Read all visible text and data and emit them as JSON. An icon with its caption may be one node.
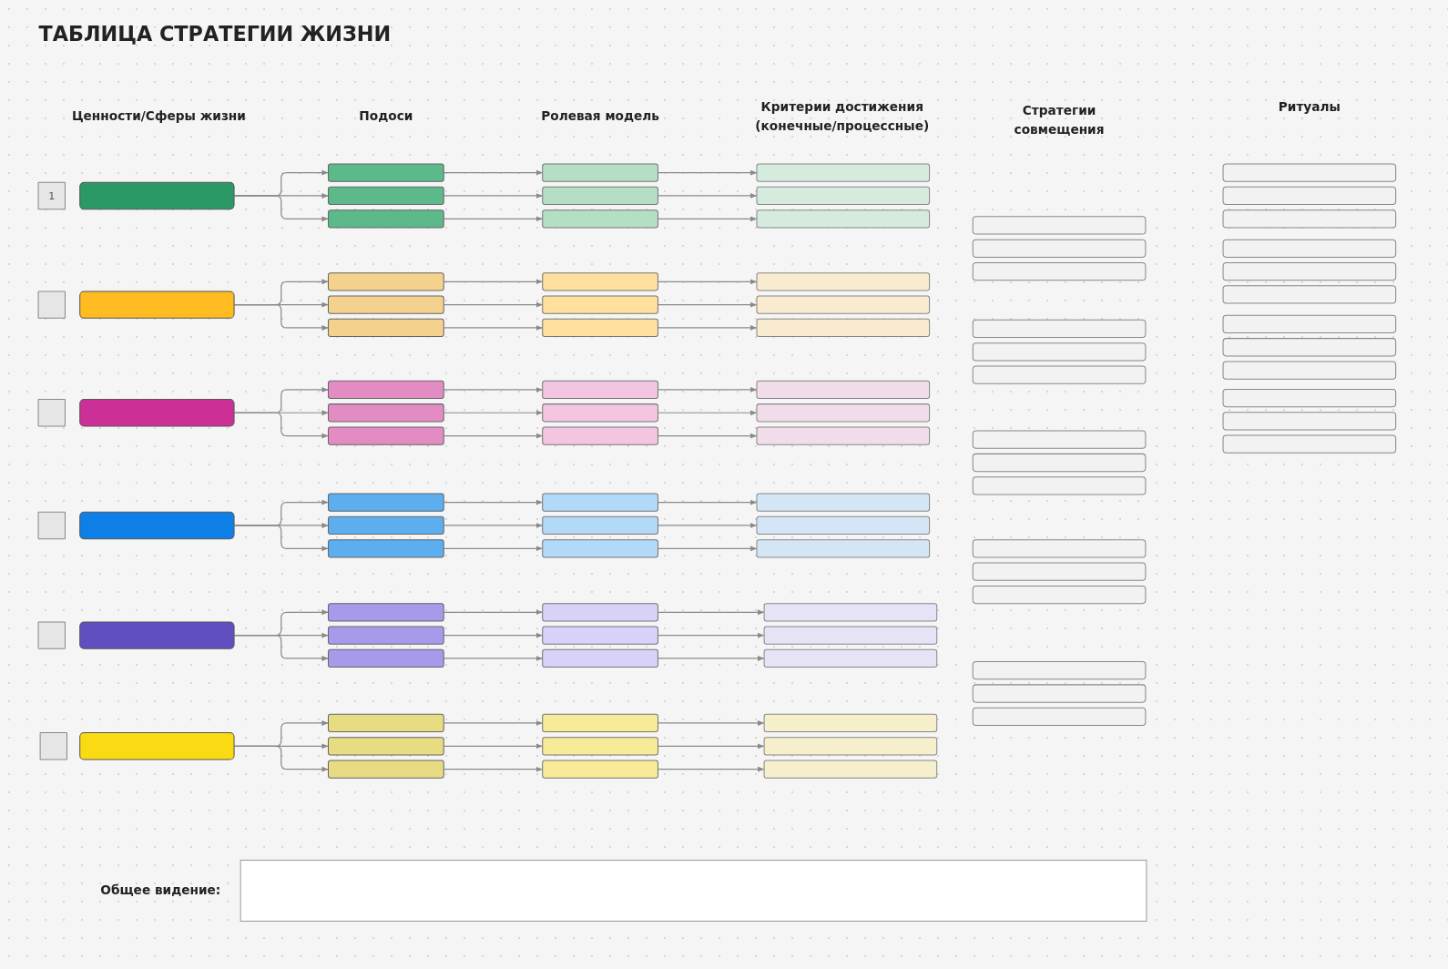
{
  "diagram": {
    "title": "ТАБЛИЦА СТРАТЕГИИ ЖИЗНИ",
    "nodes": [
      {
        "text": [
          "1"
        ]
      },
      {
        "text": [],
        "shape": "box"
      },
      {
        "text": [],
        "shape": "box"
      },
      {
        "text": [],
        "shape": "box"
      },
      {
        "text": [],
        "shape": "box"
      },
      {
        "text": [],
        "shape": "box"
      },
      {
        "text": [],
        "shape": "box"
      },
      {
        "text": [],
        "shape": "box"
      },
      {
        "text": [],
        "shape": "box"
      },
      {
        "text": [],
        "shape": "box"
      },
      {
        "text": [],
        "shape": "box"
      },
      {
        "text": [],
        "shape": "box"
      },
      {
        "text": [],
        "shape": "box"
      },
      {
        "text": [],
        "shape": "box"
      },
      {
        "text": [],
        "shape": "box"
      },
      {
        "text": [],
        "shape": "box"
      },
      {
        "text": [],
        "shape": "box"
      },
      {
        "text": [],
        "shape": "box"
      },
      {
        "text": [],
        "shape": "box"
      },
      {
        "text": [],
        "shape": "box"
      },
      {
        "text": [],
        "shape": "box"
      },
      {
        "text": [],
        "shape": "box"
      },
      {
        "text": [],
        "shape": "box"
      },
      {
        "text": [],
        "shape": "box"
      },
      {
        "text": [],
        "shape": "box"
      },
      {
        "text": [],
        "shape": "box"
      },
      {
        "text": [],
        "shape": "box"
      },
      {
        "text": [],
        "shape": "box"
      },
      {
        "text": [],
        "shape": "box"
      },
      {
        "text": [],
        "shape": "box"
      },
      {
        "text": [],
        "shape": "box"
      },
      {
        "text": [],
        "shape": "box"
      },
      {
        "text": [],
        "shape": "box"
      },
      {
        "text": [],
        "shape": "box"
      },
      {
        "text": [],
        "shape": "box"
      },
      {
        "text": [],
        "shape": "box"
      },
      {
        "text": [],
        "shape": "box"
      },
      {
        "text": [],
        "shape": "box"
      },
      {
        "text": [],
        "shape": "box"
      },
      {
        "text": [],
        "shape": "box"
      },
      {
        "text": [],
        "shape": "box"
      },
      {
        "text": [],
        "shape": "box"
      },
      {
        "text": [],
        "shape": "box"
      },
      {
        "text": [],
        "shape": "box"
      },
      {
        "text": [],
        "shape": "box"
      },
      {
        "text": [],
        "shape": "box"
      },
      {
        "text": [],
        "shape": "box"
      },
      {
        "text": [],
        "shape": "box"
      },
      {
        "text": [],
        "shape": "box"
      },
      {
        "text": [],
        "shape": "box"
      },
      {
        "text": [],
        "shape": "box"
      },
      {
        "text": [],
        "shape": "box"
      },
      {
        "text": [],
        "shape": "box"
      },
      {
        "text": [],
        "shape": "box"
      },
      {
        "text": [],
        "shape": "box"
      },
      {
        "text": [],
        "shape": "box"
      },
      {
        "text": [],
        "shape": "box"
      },
      {
        "text": [],
        "shape": "box"
      },
      {
        "text": [],
        "shape": "box"
      },
      {
        "text": [],
        "shape": "box"
      },
      {
        "text": [],
        "shape": "box"
      },
      {
        "text": [],
        "shape": "box"
      },
      {
        "text": [],
        "shape": "box"
      },
      {
        "text": [],
        "shape": "box"
      },
      {
        "text": [],
        "shape": "box"
      },
      {
        "text": [],
        "shape": "box"
      },
      {
        "text": [],
        "shape": "box"
      },
      {
        "text": [],
        "shape": "box"
      },
      {
        "text": [],
        "shape": "box"
      },
      {
        "text": [],
        "shape": "box"
      },
      {
        "text": [],
        "shape": "box"
      },
      {
        "text": [],
        "shape": "box"
      },
      {
        "text": [],
        "shape": "box"
      },
      {
        "text": [],
        "shape": "box"
      },
      {
        "text": [],
        "shape": "box"
      },
      {
        "text": [],
        "shape": "box"
      },
      {
        "text": [],
        "shape": "box"
      },
      {
        "text": [],
        "shape": "box"
      },
      {
        "text": [],
        "shape": "box"
      },
      {
        "text": [],
        "shape": "box"
      },
      {
        "text": [],
        "shape": "box"
      },
      {
        "text": [],
        "shape": "box"
      },
      {
        "text": [],
        "shape": "box"
      },
      {
        "text": [],
        "shape": "box"
      },
      {
        "text": [],
        "shape": "box"
      },
      {
        "text": [],
        "shape": "box"
      },
      {
        "text": [],
        "shape": "box"
      },
      {
        "text": [],
        "shape": "box"
      },
      {
        "text": [],
        "shape": "box"
      },
      {
        "text": [],
        "shape": "box"
      },
      {
        "text": [],
        "shape": "box"
      },
      {
        "text": [],
        "shape": "box"
      },
      {
        "text": [],
        "shape": "box"
      },
      {
        "text": [
          "Общее видение:"
        ]
      }
    ],
    "edges": [
      {
        "from": 1,
        "to": 2,
        "arrow": "to"
      },
      {
        "from": 1,
        "to": 5,
        "arrow": "to"
      },
      {
        "from": 1,
        "to": 8,
        "arrow": "to"
      },
      {
        "from": 2,
        "to": 3,
        "arrow": "to"
      },
      {
        "from": 3,
        "to": 4,
        "arrow": "to"
      },
      {
        "from": 5,
        "to": 6,
        "arrow": "to"
      },
      {
        "from": 6,
        "to": 7,
        "arrow": "to"
      },
      {
        "from": 8,
        "to": 9,
        "arrow": "to"
      },
      {
        "from": 9,
        "to": 10,
        "arrow": "to"
      },
      {
        "from": 12,
        "to": 13,
        "arrow": "to"
      },
      {
        "from": 12,
        "to": 16,
        "arrow": "to"
      },
      {
        "from": 12,
        "to": 19,
        "arrow": "to"
      },
      {
        "from": 13,
        "to": 14,
        "arrow": "to"
      },
      {
        "from": 14,
        "to": 15,
        "arrow": "to"
      },
      {
        "from": 16,
        "to": 17,
        "arrow": "to"
      },
      {
        "from": 17,
        "to": 18,
        "arrow": "to"
      },
      {
        "from": 19,
        "to": 20,
        "arrow": "to"
      },
      {
        "from": 20,
        "to": 21,
        "arrow": "to"
      },
      {
        "from": 23,
        "to": 24,
        "arrow": "to"
      },
      {
        "from": 23,
        "to": 27,
        "arrow": "to"
      },
      {
        "from": 23,
        "to": 30,
        "arrow": "to"
      },
      {
        "from": 24,
        "to": 25,
        "arrow": "to"
      },
      {
        "from": 25,
        "to": 26,
        "arrow": "to"
      },
      {
        "from": 27,
        "to": 28,
        "arrow": "to"
      },
      {
        "from": 28,
        "to": 29,
        "arrow": "to"
      },
      {
        "from": 30,
        "to": 31,
        "arrow": "to"
      },
      {
        "from": 31,
        "to": 32,
        "arrow": "to"
      },
      {
        "from": 34,
        "to": 35,
        "arrow": "to"
      },
      {
        "from": 34,
        "to": 38,
        "arrow": "to"
      },
      {
        "from": 34,
        "to": 41,
        "arrow": "to"
      },
      {
        "from": 35,
        "to": 36,
        "arrow": "to"
      },
      {
        "from": 36,
        "to": 37,
        "arrow": "to"
      },
      {
        "from": 38,
        "to": 39,
        "arrow": "to"
      },
      {
        "from": 39,
        "to": 40,
        "arrow": "to"
      },
      {
        "from": 41,
        "to": 42,
        "arrow": "to"
      },
      {
        "from": 42,
        "to": 43,
        "arrow": "to"
      },
      {
        "from": 45,
        "to": 46,
        "arrow": "to"
      },
      {
        "from": 45,
        "to": 49,
        "arrow": "to"
      },
      {
        "from": 45,
        "to": 52,
        "arrow": "to"
      },
      {
        "from": 46,
        "to": 47,
        "arrow": "to"
      },
      {
        "from": 47,
        "to": 48,
        "arrow": "to"
      },
      {
        "from": 49,
        "to": 50,
        "arrow": "to"
      },
      {
        "from": 50,
        "to": 51,
        "arrow": "to"
      },
      {
        "from": 52,
        "to": 53,
        "arrow": "to"
      },
      {
        "from": 53,
        "to": 54,
        "arrow": "to"
      },
      {
        "from": 56,
        "to": 57,
        "arrow": "to"
      },
      {
        "from": 56,
        "to": 60,
        "arrow": "to"
      },
      {
        "from": 56,
        "to": 63,
        "arrow": "to"
      },
      {
        "from": 57,
        "to": 58,
        "arrow": "to"
      },
      {
        "from": 58,
        "to": 59,
        "arrow": "to"
      },
      {
        "from": 60,
        "to": 61,
        "arrow": "to"
      },
      {
        "from": 61,
        "to": 62,
        "arrow": "to"
      },
      {
        "from": 63,
        "to": 64,
        "arrow": "to"
      },
      {
        "from": 64,
        "to": 65,
        "arrow": "to"
      }
    ],
    "labels": [
      "Ценности/Сферы жизни",
      "Подоси",
      "Ролевая модель",
      "Критерии достижения (конечные/процессные)",
      "Стратегии совмещения",
      "Ритуалы"
    ]
  }
}
